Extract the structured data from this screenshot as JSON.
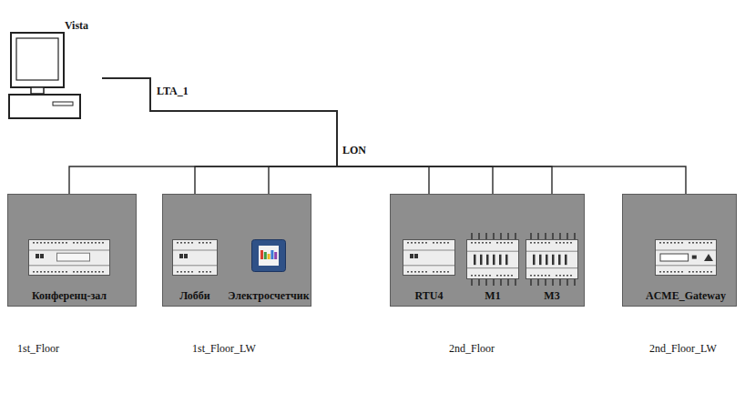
{
  "diagram": {
    "nodes": [
      {
        "text": [
          "Vista"
        ]
      },
      {
        "text": [
          "1st_Floor"
        ]
      },
      {
        "text": [
          "Конференц-зал"
        ],
        "in": 1
      },
      {
        "text": [
          "1st_Floor_LW"
        ]
      },
      {
        "text": [
          "Лобби"
        ],
        "in": 3
      },
      {
        "text": [
          "Электросчетчик"
        ],
        "in": 3
      },
      {
        "text": [
          "2nd_Floor"
        ]
      },
      {
        "text": [
          "RTU4"
        ],
        "in": 6
      },
      {
        "text": [
          "M1"
        ],
        "in": 6
      },
      {
        "text": [
          "M3"
        ],
        "in": 6
      },
      {
        "text": [
          "2nd_Floor_LW"
        ]
      },
      {
        "text": [
          "ACME_Gateway"
        ],
        "in": 10
      }
    ],
    "edges": [
      {
        "from": 0,
        "to": 2,
        "arrow": "none"
      },
      {
        "from": 0,
        "to": 4,
        "arrow": "none"
      },
      {
        "from": 0,
        "to": 5,
        "arrow": "none"
      },
      {
        "from": 0,
        "to": 7,
        "arrow": "none"
      },
      {
        "from": 0,
        "to": 8,
        "arrow": "none"
      },
      {
        "from": 0,
        "to": 9,
        "arrow": "none"
      },
      {
        "from": 0,
        "to": 11,
        "arrow": "none"
      }
    ],
    "labels": [
      "LTA_1",
      "LON"
    ]
  }
}
